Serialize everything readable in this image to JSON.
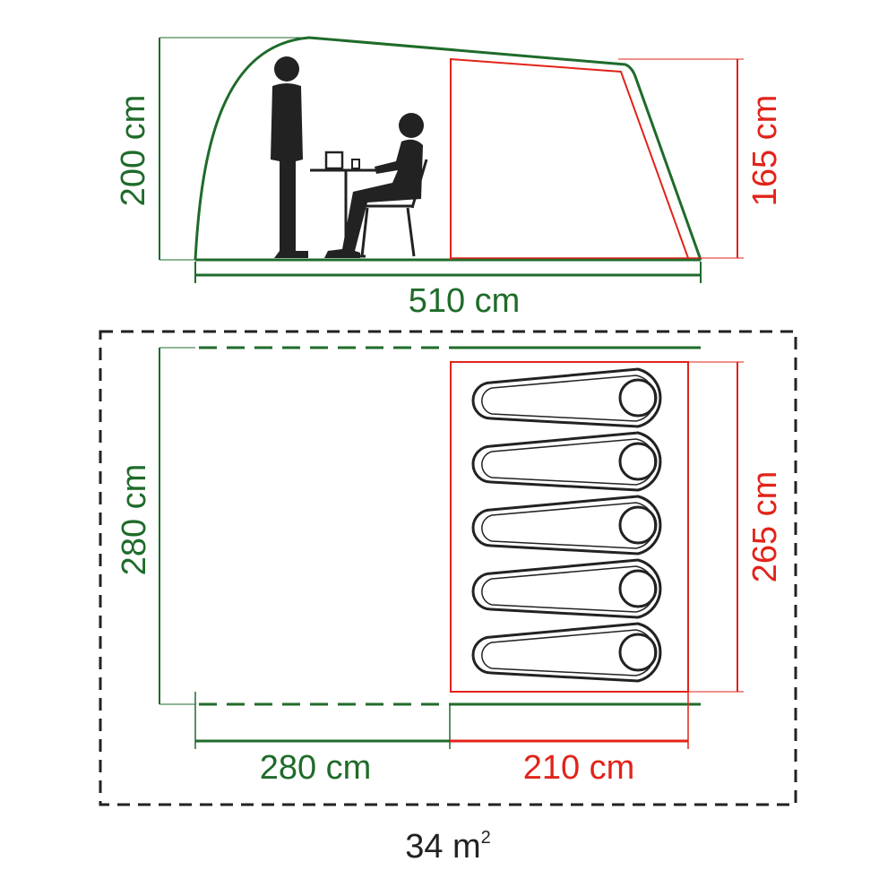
{
  "colors": {
    "green": "#1f6b2a",
    "red": "#e2231a",
    "black": "#222222"
  },
  "side_view": {
    "tent_height": "200 cm",
    "bedroom_height": "165 cm",
    "tent_length": "510 cm",
    "icons": [
      "standing-person-icon",
      "seated-person-icon",
      "table-icon",
      "chair-icon",
      "cup-icon"
    ]
  },
  "floor_plan": {
    "tent_width": "280 cm",
    "bedroom_width": "265 cm",
    "living_length": "280 cm",
    "bedroom_length": "210 cm",
    "total_area": "34 m",
    "area_unit_superscript": "2",
    "sleeping_bags": 5
  }
}
